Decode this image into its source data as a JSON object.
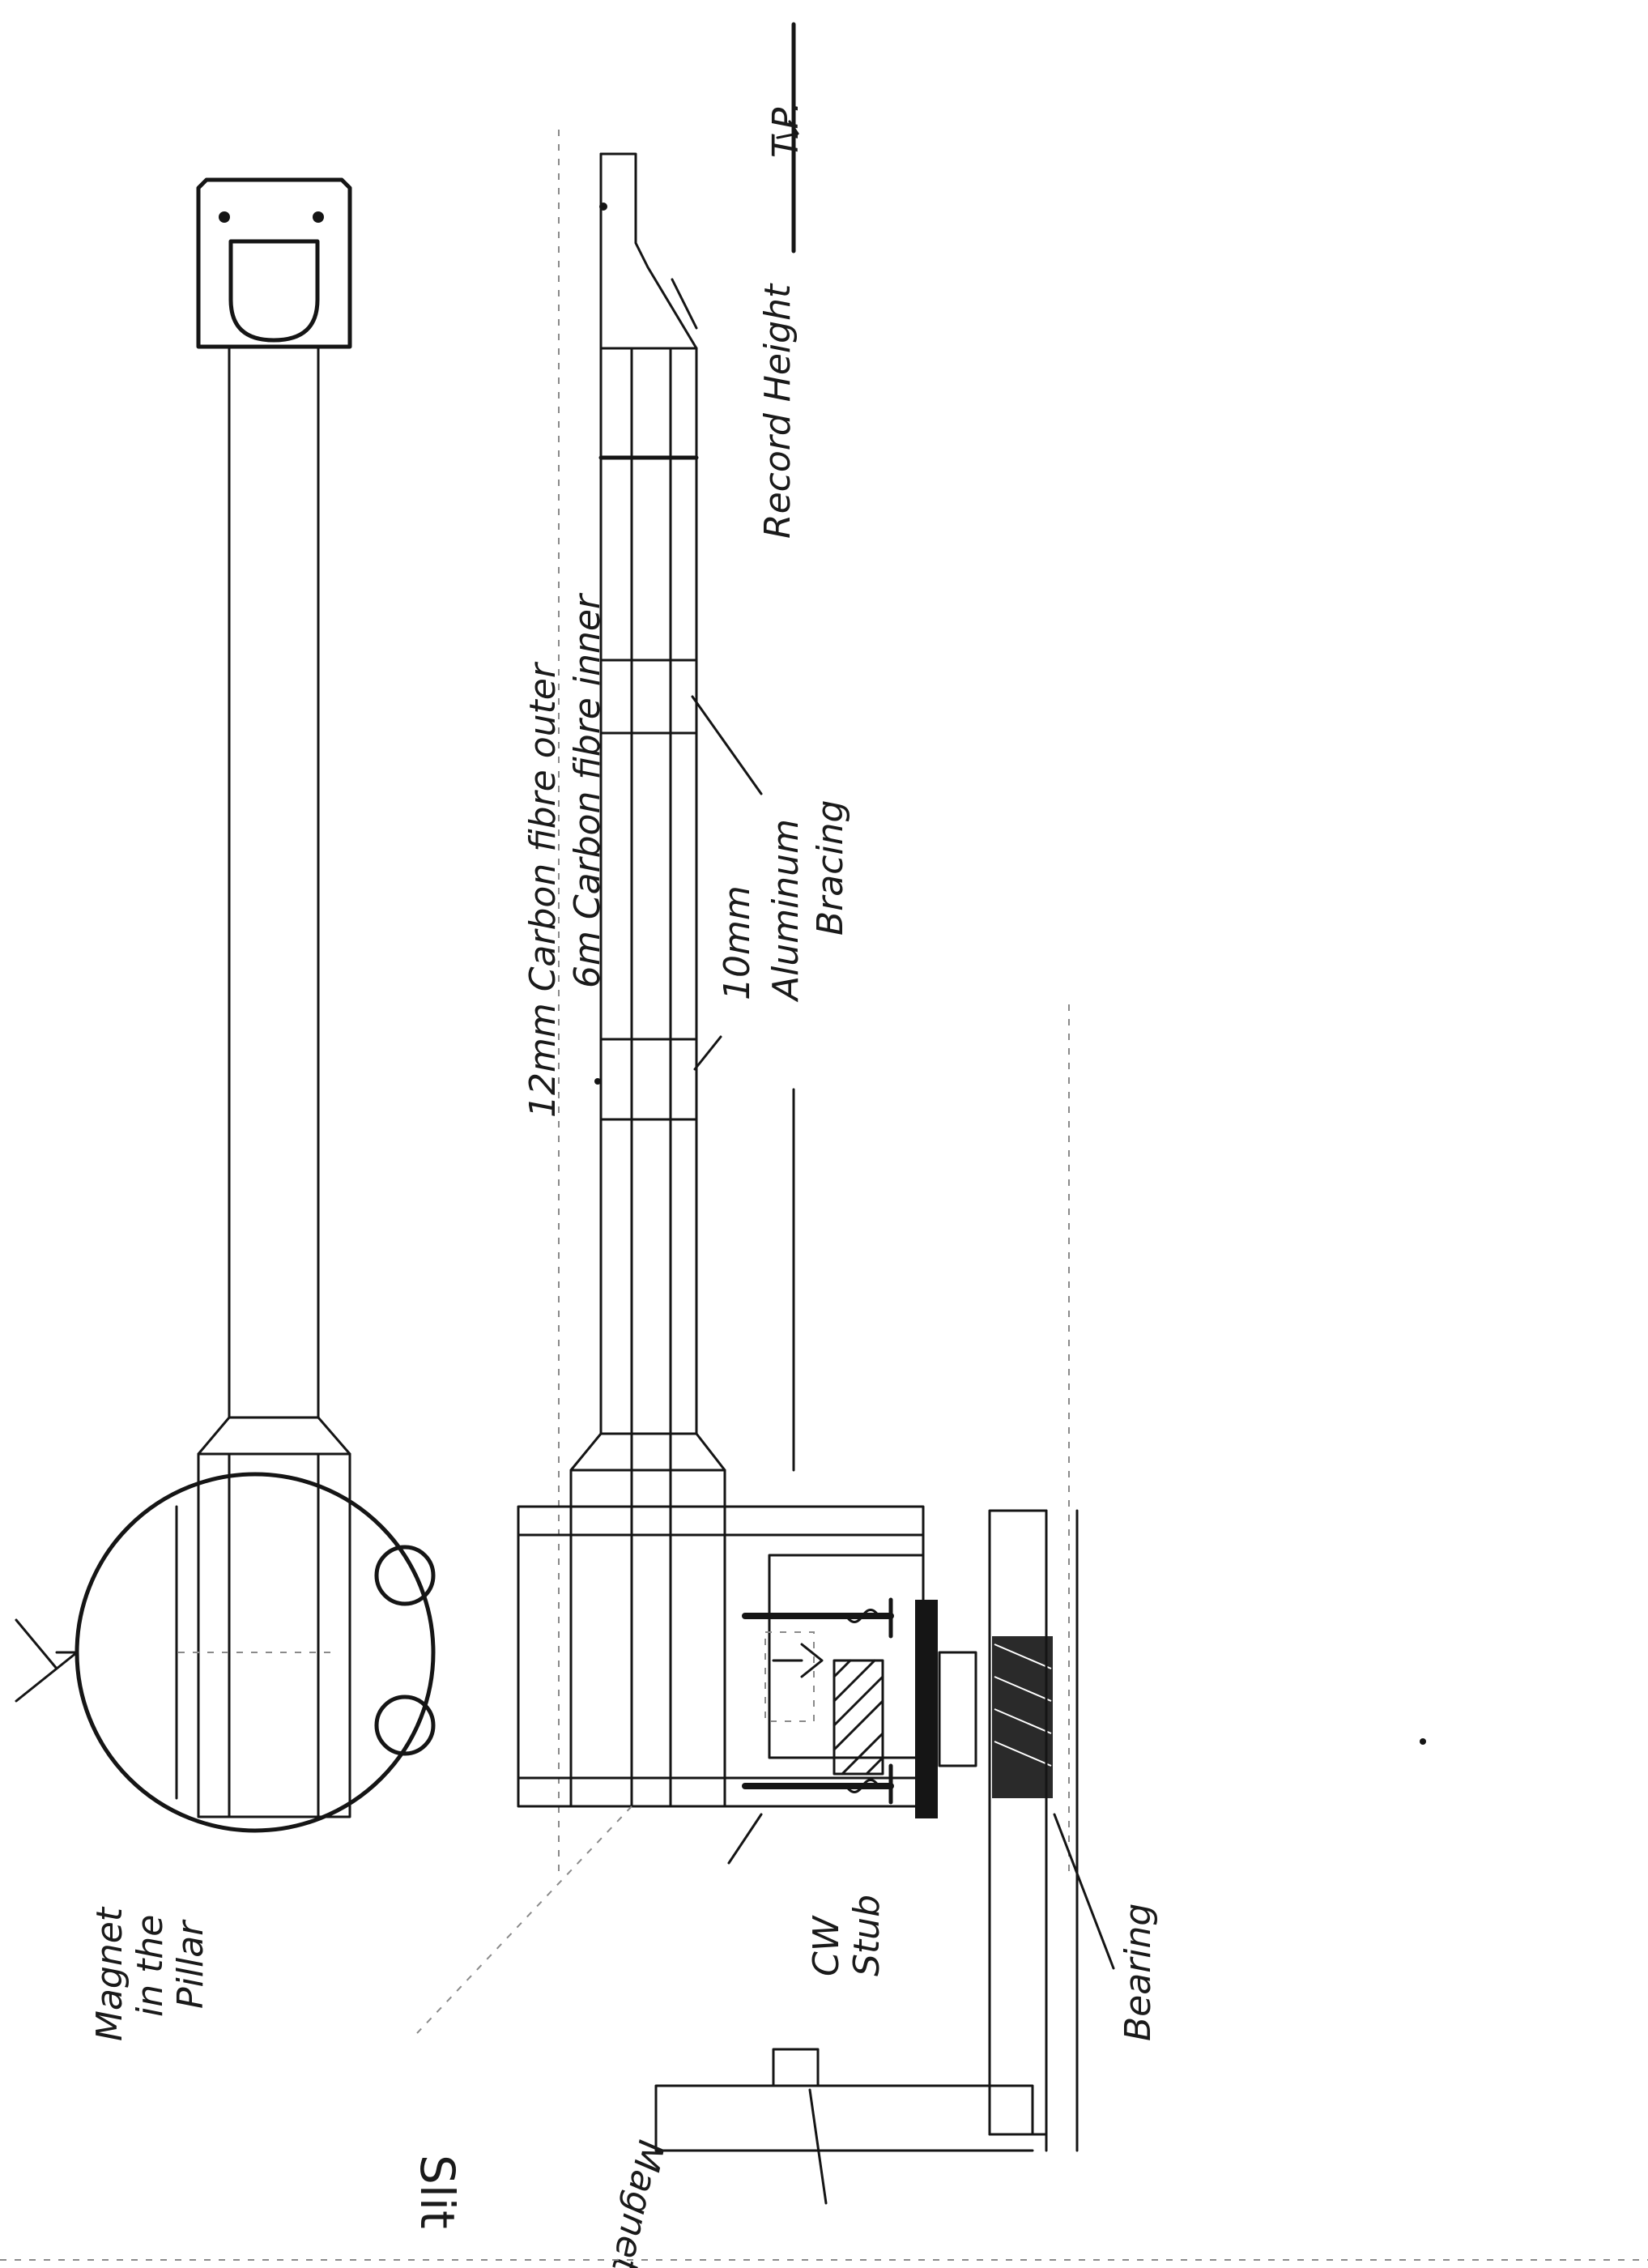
{
  "labels": {
    "tip": "T.P.",
    "record_height": "Record Height",
    "tube_outer": "12mm Carbon fibre outer",
    "tube_inner": "6m Carbon fibre inner",
    "bracing_size": "10mm",
    "bracing_material": "Aluminum",
    "bracing": "Bracing",
    "magnet_pillar_1": "Magnet",
    "magnet_pillar_2": "in the",
    "magnet_pillar_3": "Pillar",
    "cw_stub_1": "CW",
    "cw_stub_2": "Stub",
    "bearing": "Bearing",
    "slit": "Slit",
    "magnet": "Magnet"
  },
  "colors": {
    "ink": "#151515",
    "paper": "#ffffff",
    "guide": "#8a8a8a"
  }
}
